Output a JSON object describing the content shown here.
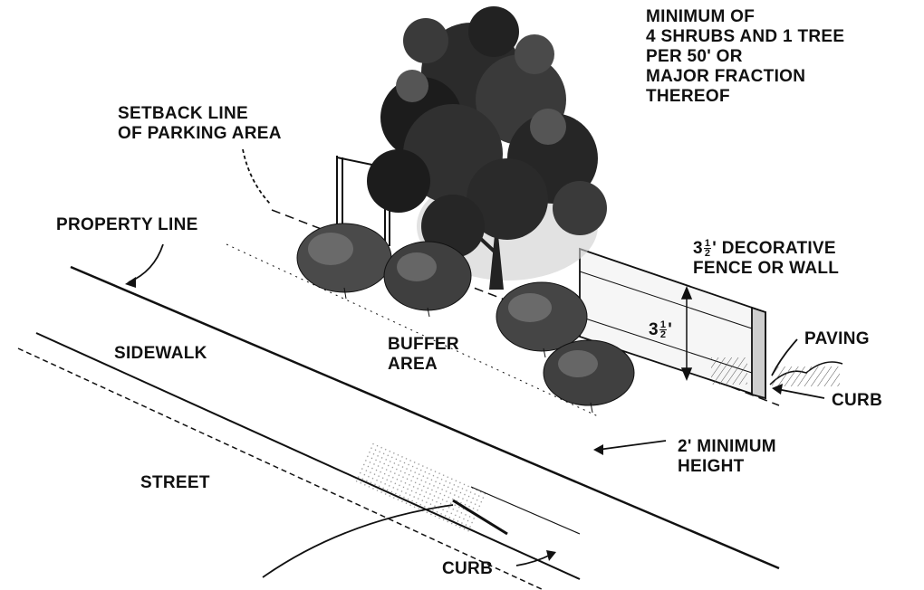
{
  "labels": {
    "minimum_note": [
      "MINIMUM OF",
      "4 SHRUBS AND 1 TREE",
      "PER 50' OR",
      "MAJOR FRACTION",
      "THEREOF"
    ],
    "setback": [
      "SETBACK LINE",
      "OF PARKING AREA"
    ],
    "property_line": "PROPERTY LINE",
    "fence_whole": "3",
    "fence_frac_num": "1",
    "fence_frac_den": "2",
    "fence_unit": "'",
    "fence_text_1": "DECORATIVE",
    "fence_text_2": "FENCE OR WALL",
    "height_whole": "3",
    "height_frac_num": "1",
    "height_frac_den": "2",
    "height_unit": "'",
    "paving": "PAVING",
    "sidewalk": "SIDEWALK",
    "buffer": [
      "BUFFER",
      "AREA"
    ],
    "curb_right": "CURB",
    "min_height": [
      "2' MINIMUM",
      "HEIGHT"
    ],
    "street": "STREET",
    "curb_bottom": "CURB"
  },
  "colors": {
    "ink": "#111111",
    "foliage_dark": "#1c1c1c",
    "foliage_mid": "#3a3a3a",
    "shrub": "#4a4a4a",
    "paper": "#ffffff"
  }
}
